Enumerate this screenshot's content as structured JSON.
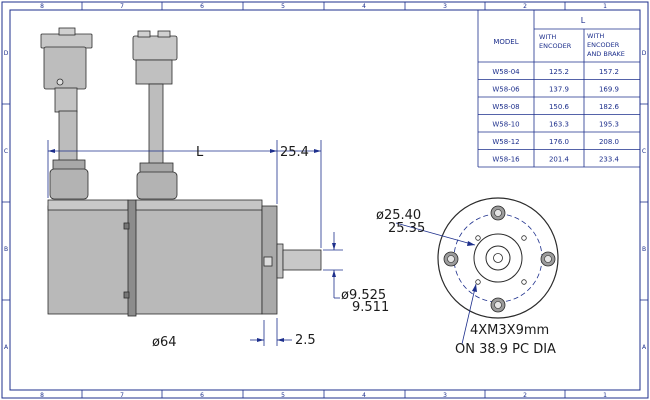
{
  "frame": {
    "top_zones": [
      "8",
      "7",
      "6",
      "5",
      "4",
      "3",
      "2",
      "1"
    ],
    "bottom_zones": [
      "8",
      "7",
      "6",
      "5",
      "4",
      "3",
      "2",
      "1"
    ],
    "left_zones": [
      "D",
      "C",
      "B",
      "A"
    ],
    "right_zones": [
      "D",
      "C",
      "B",
      "A"
    ]
  },
  "table": {
    "group_header": "L",
    "model_header": "MODEL",
    "col1_header": [
      "WITH",
      "ENCODER"
    ],
    "col2_header": [
      "WITH",
      "ENCODER",
      "AND BRAKE"
    ],
    "rows": [
      [
        "W58-04",
        "125.2",
        "157.2"
      ],
      [
        "W58-06",
        "137.9",
        "169.9"
      ],
      [
        "W58-08",
        "150.6",
        "182.6"
      ],
      [
        "W58-10",
        "163.3",
        "195.3"
      ],
      [
        "W58-12",
        "176.0",
        "208.0"
      ],
      [
        "W58-16",
        "201.4",
        "233.4"
      ]
    ]
  },
  "dims": {
    "length": "L",
    "flange_offset": "25.4",
    "body_dia": "ø64",
    "shaft_dia_max": "ø9.525",
    "shaft_dia_min": "9.511",
    "pilot_step": "2.5",
    "pilot_dia_max": "ø25.40",
    "pilot_dia_min": "25.35",
    "holes_line1": "4XM3X9mm",
    "holes_line2": "ON 38.9 PC DIA"
  },
  "colors": {
    "line": "#1d2f8c",
    "motor_body": "#b9b9b9",
    "motor_dark": "#8c8c8c"
  }
}
